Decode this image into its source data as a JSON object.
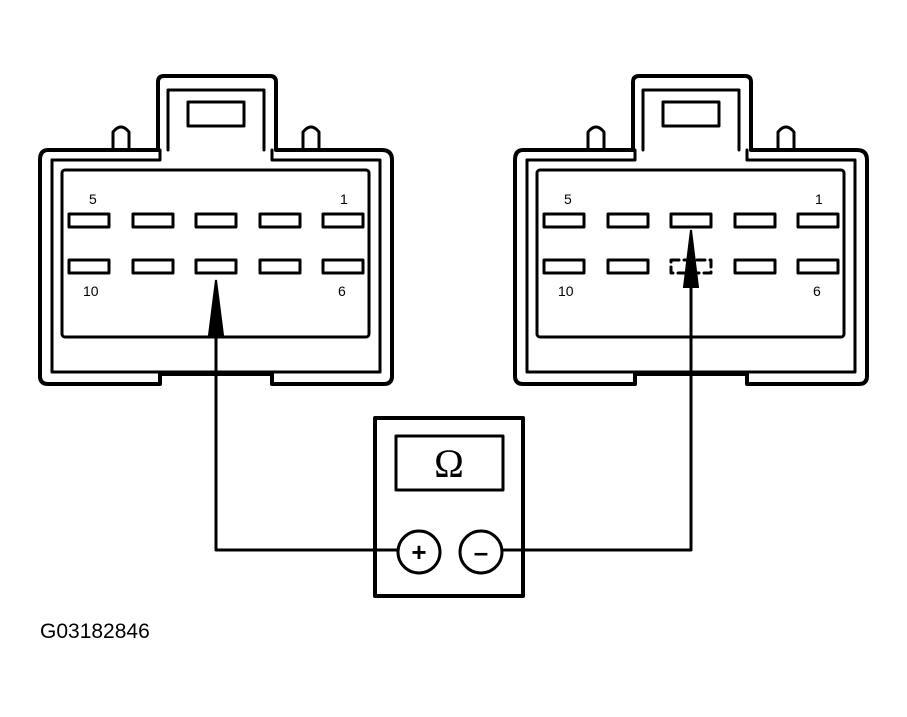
{
  "connector_left": {
    "pin_label_top_left": "5",
    "pin_label_top_right": "1",
    "pin_label_bottom_left": "10",
    "pin_label_bottom_right": "6"
  },
  "connector_right": {
    "pin_label_top_left": "5",
    "pin_label_top_right": "1",
    "pin_label_bottom_left": "10",
    "pin_label_bottom_right": "6"
  },
  "meter": {
    "display_symbol": "Ω",
    "positive_terminal": "+",
    "negative_terminal": "–"
  },
  "figure_id": "G03182846"
}
